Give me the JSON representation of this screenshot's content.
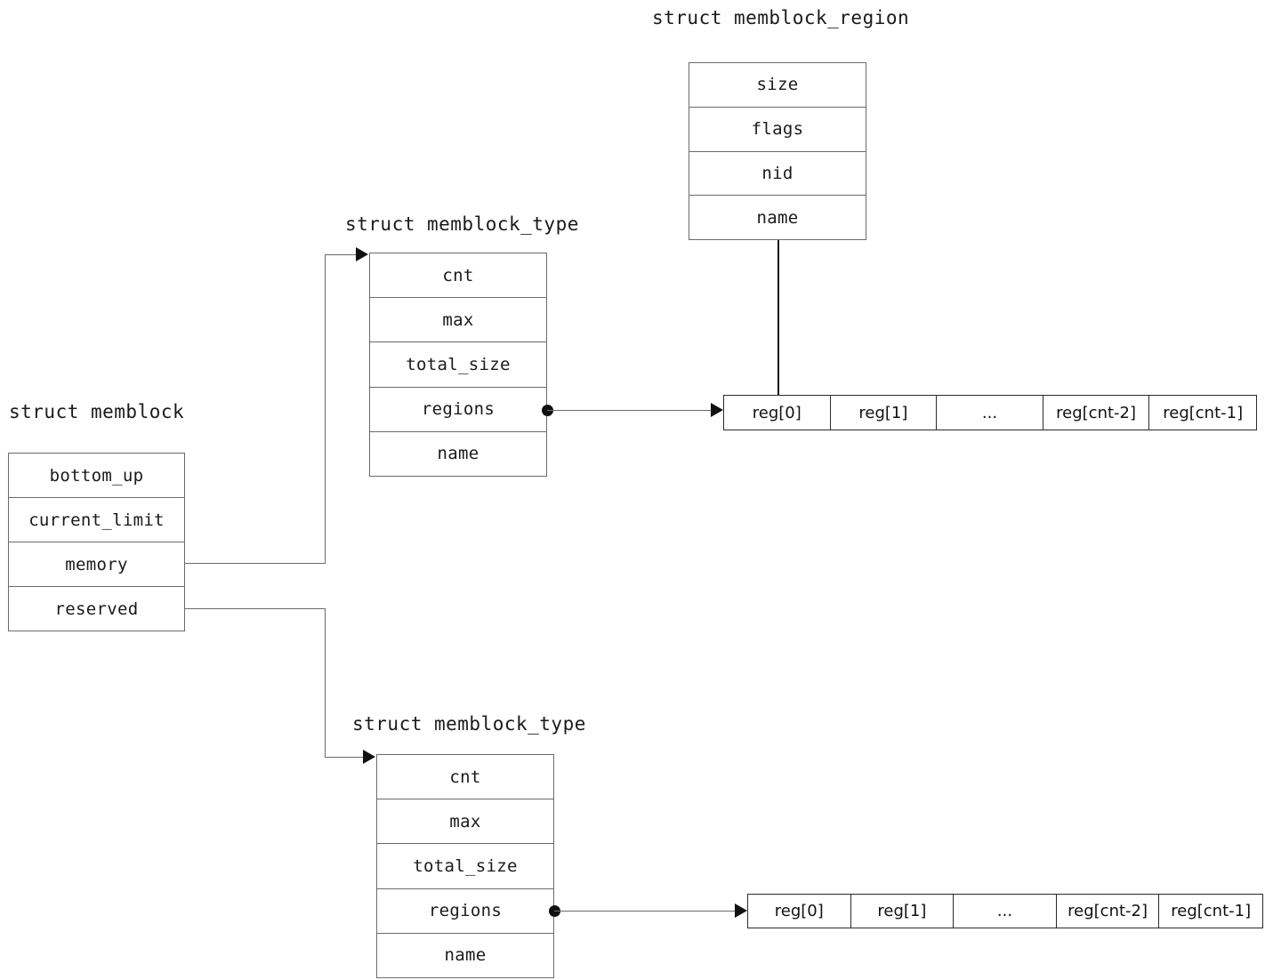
{
  "diagram": {
    "title_memblock_region": "struct memblock_region",
    "title_memblock_type_memory": "struct memblock_type",
    "title_memblock_type_reserved": "struct memblock_type",
    "title_memblock": "struct memblock"
  },
  "memblock_region": {
    "fields": [
      {
        "label": "size"
      },
      {
        "label": "flags"
      },
      {
        "label": "nid"
      },
      {
        "label": "name"
      }
    ]
  },
  "memblock": {
    "fields": [
      {
        "label": "bottom_up"
      },
      {
        "label": "current_limit"
      },
      {
        "label": "memory"
      },
      {
        "label": "reserved"
      }
    ]
  },
  "memblock_type_memory": {
    "fields": [
      {
        "label": "cnt"
      },
      {
        "label": "max"
      },
      {
        "label": "total_size"
      },
      {
        "label": "regions"
      },
      {
        "label": "name"
      }
    ]
  },
  "memblock_type_reserved": {
    "fields": [
      {
        "label": "cnt"
      },
      {
        "label": "max"
      },
      {
        "label": "total_size"
      },
      {
        "label": "regions"
      },
      {
        "label": "name"
      }
    ]
  },
  "regions_array_memory": {
    "cells": [
      {
        "label": "reg[0]"
      },
      {
        "label": "reg[1]"
      },
      {
        "label": "..."
      },
      {
        "label": "reg[cnt-2]"
      },
      {
        "label": "reg[cnt-1]"
      }
    ]
  },
  "regions_array_reserved": {
    "cells": [
      {
        "label": "reg[0]"
      },
      {
        "label": "reg[1]"
      },
      {
        "label": "..."
      },
      {
        "label": "reg[cnt-2]"
      },
      {
        "label": "reg[cnt-1]"
      }
    ]
  },
  "colors": {
    "box_border": "#6b6b6b",
    "array_border": "#2b2b2b",
    "connector": "#6b6b6b",
    "pointer": "#111111",
    "text": "#1a1a1a",
    "background": "#ffffff"
  }
}
